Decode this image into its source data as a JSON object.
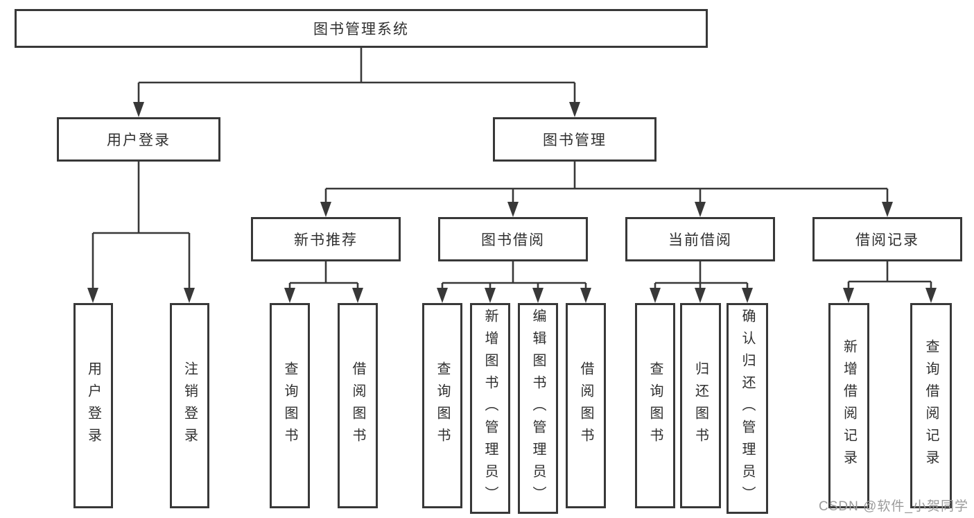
{
  "diagram": {
    "type": "hierarchy-tree",
    "root": "图书管理系统",
    "level2": [
      "用户登录",
      "图书管理"
    ],
    "level3": [
      "新书推荐",
      "图书借阅",
      "当前借阅",
      "借阅记录"
    ],
    "leaf_groups": [
      {
        "parent": "用户登录",
        "items": [
          "用户登录",
          "注销登录"
        ]
      },
      {
        "parent": "新书推荐",
        "items": [
          "查询图书",
          "借阅图书"
        ]
      },
      {
        "parent": "图书借阅",
        "items": [
          "查询图书",
          "新增图书（管理员）",
          "编辑图书（管理员）",
          "借阅图书"
        ]
      },
      {
        "parent": "当前借阅",
        "items": [
          "查询图书",
          "归还图书",
          "确认归还（管理员）"
        ]
      },
      {
        "parent": "借阅记录",
        "items": [
          "新增借阅记录",
          "查询借阅记录"
        ]
      }
    ]
  },
  "watermark": "CSDN @软件_小贺同学",
  "colors": {
    "line": "#383838",
    "box_border": "#383838",
    "box_fill": "#ffffff",
    "text": "#2f2f2f",
    "watermark": "#9b9b9b",
    "background": "#ffffff"
  }
}
